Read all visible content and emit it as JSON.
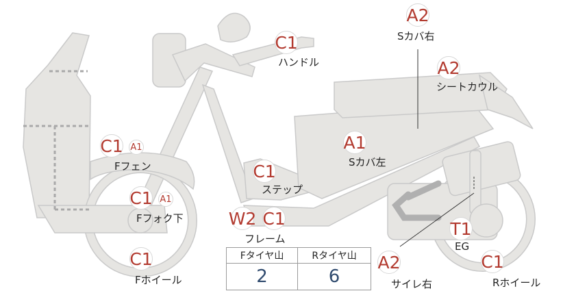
{
  "parts": [
    {
      "id": "s-cover-right",
      "grades": [
        "A2"
      ],
      "label": "Sカバ右"
    },
    {
      "id": "seat-cowl",
      "grades": [
        "A2"
      ],
      "label": "シートカウル"
    },
    {
      "id": "handle",
      "grades": [
        "C1"
      ],
      "label": "ハンドル"
    },
    {
      "id": "s-cover-left",
      "grades": [
        "A1"
      ],
      "label": "Sカバ左"
    },
    {
      "id": "f-fender",
      "grades": [
        "C1",
        "A1"
      ],
      "label": "Fフェン"
    },
    {
      "id": "step",
      "grades": [
        "C1"
      ],
      "label": "ステップ"
    },
    {
      "id": "f-fork-lower",
      "grades": [
        "C1",
        "A1"
      ],
      "label": "Fフォク下"
    },
    {
      "id": "frame",
      "grades": [
        "W2",
        "C1"
      ],
      "label": "フレーム"
    },
    {
      "id": "engine",
      "grades": [
        "T1"
      ],
      "label": "EG"
    },
    {
      "id": "f-wheel",
      "grades": [
        "C1"
      ],
      "label": "Fホイール"
    },
    {
      "id": "muffler-right",
      "grades": [
        "A2"
      ],
      "label": "サイレ右"
    },
    {
      "id": "r-wheel",
      "grades": [
        "C1"
      ],
      "label": "Rホイール"
    }
  ],
  "tire_tread": {
    "headers": [
      "Fタイヤ山",
      "Rタイヤ山"
    ],
    "values": [
      "2",
      "6"
    ]
  },
  "colors": {
    "body_fill": "#e6e5e2",
    "body_stroke": "#c9c9c9",
    "badge_text": "#b23a2f",
    "tread_value": "#2f4a6e",
    "dotted_line": "#a9a9a9"
  }
}
